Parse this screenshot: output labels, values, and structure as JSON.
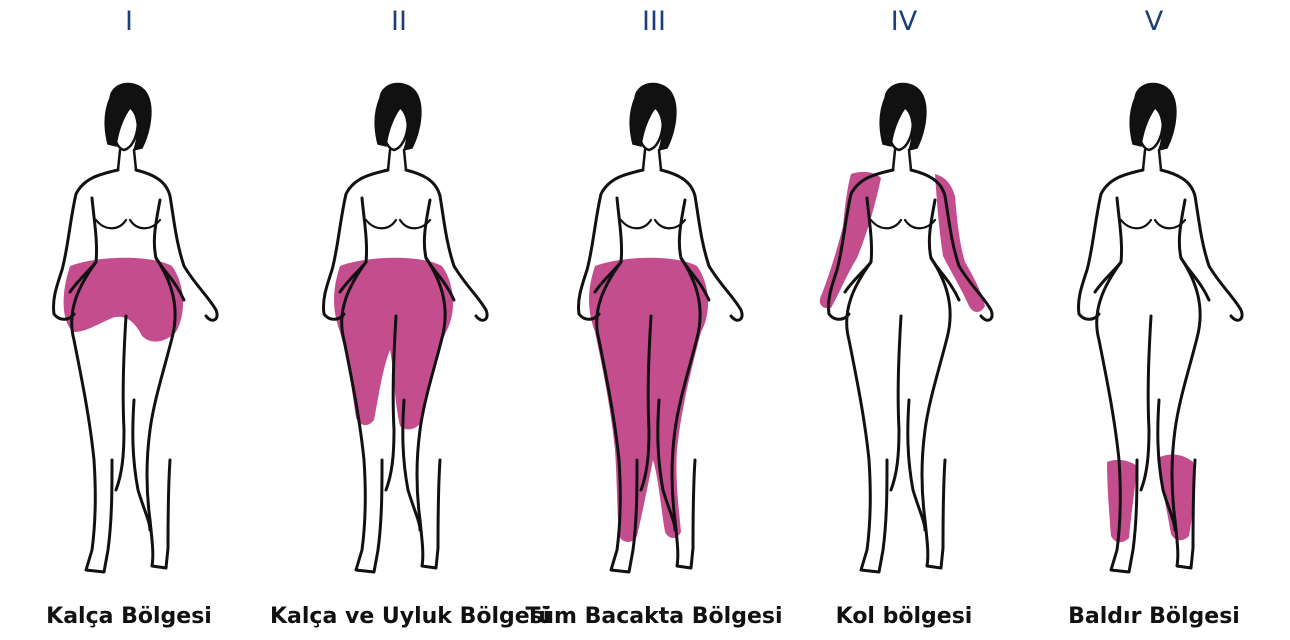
{
  "colors": {
    "highlight": "#c44d8e",
    "outline": "#111111",
    "numeral": "#1c3f7c"
  },
  "figures": [
    {
      "numeral": "I",
      "caption": "Kalça Bölgesi",
      "region": "hips"
    },
    {
      "numeral": "II",
      "caption": "Kalça ve Uyluk Bölgesi",
      "region": "hips-thighs"
    },
    {
      "numeral": "III",
      "caption": "Tüm Bacakta Bölgesi",
      "region": "whole-legs"
    },
    {
      "numeral": "IV",
      "caption": "Kol bölgesi",
      "region": "arms"
    },
    {
      "numeral": "V",
      "caption": "Baldır Bölgesi",
      "region": "calves"
    }
  ]
}
